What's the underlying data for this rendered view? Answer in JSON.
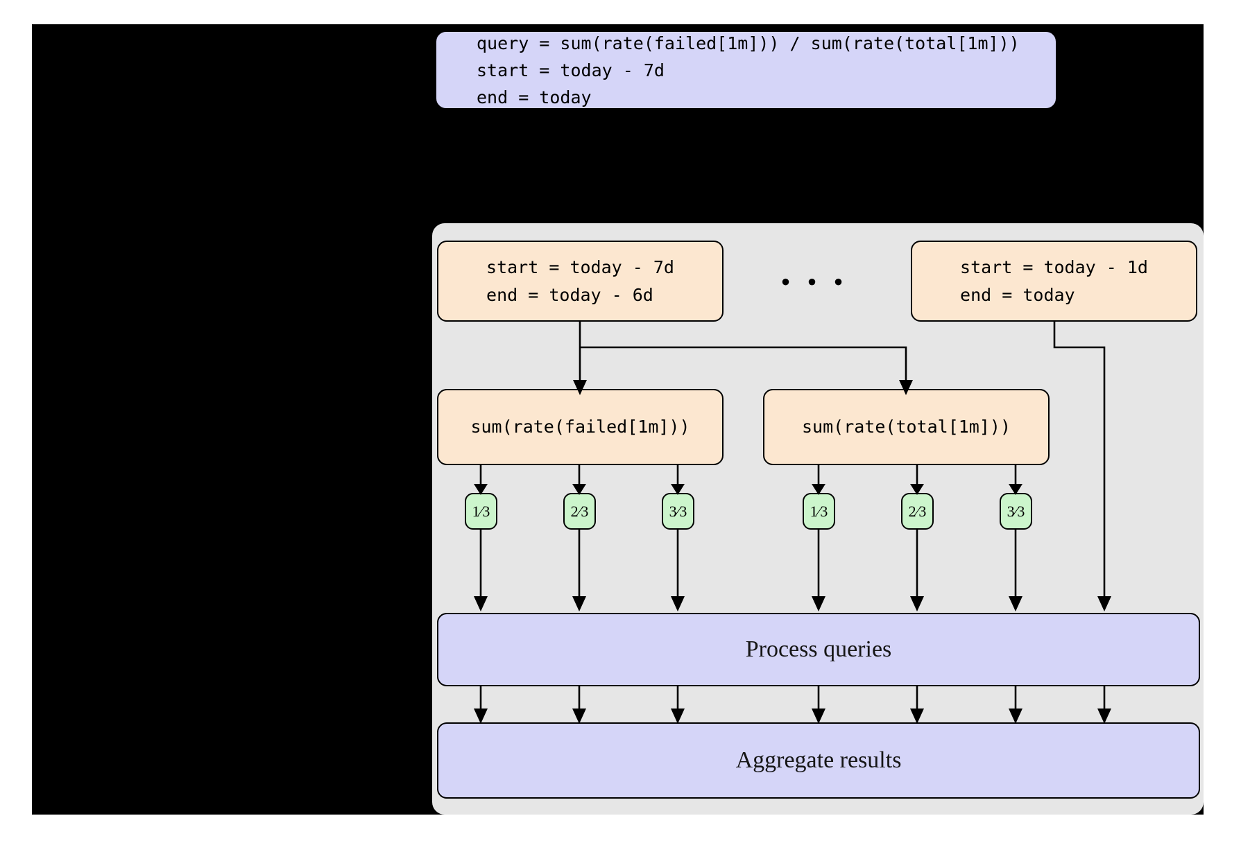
{
  "diagram": {
    "title_hidden": "",
    "colors": {
      "canvas": "#000000",
      "panel": "#e6e6e6",
      "stage_box": "#d5d5f8",
      "window_box": "#fce7d0",
      "page_badge": "#ccf5cc",
      "stroke": "#000000"
    }
  },
  "query_spec": {
    "name": "query-specification",
    "lines": [
      "query = sum(rate(failed[1m])) / sum(rate(total[1m]))",
      "start = today - 7d",
      "end = today"
    ],
    "text": "query = sum(rate(failed[1m])) / sum(rate(total[1m]))\nstart = today - 7d\nend = today"
  },
  "shards": {
    "ellipsis": "• • •",
    "first": {
      "lines": [
        "start = today - 7d",
        "end = today - 6d"
      ],
      "text": "start = today - 7d\nend = today - 6d"
    },
    "last": {
      "lines": [
        "start = today - 1d",
        "end = today"
      ],
      "text": "start = today - 1d\nend = today"
    }
  },
  "metrics": [
    {
      "label": "sum(rate(failed[1m]))"
    },
    {
      "label": "sum(rate(total[1m]))"
    }
  ],
  "pages": {
    "failed": [
      "1⁄3",
      "2⁄3",
      "3⁄3"
    ],
    "total": [
      "1⁄3",
      "2⁄3",
      "3⁄3"
    ]
  },
  "stages": {
    "process": "Process queries",
    "aggregate": "Aggregate results"
  }
}
